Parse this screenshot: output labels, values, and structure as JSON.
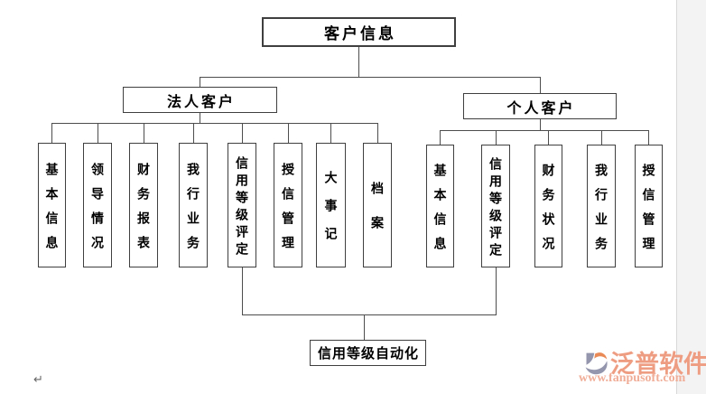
{
  "diagram": {
    "root_label": "客户信息",
    "left_group": {
      "label": "法人客户",
      "children": [
        "基本信息",
        "领导情况",
        "财务报表",
        "我行业务",
        "信用等级评定",
        "授信管理",
        "大事记",
        "档案"
      ]
    },
    "right_group": {
      "label": "个人客户",
      "children": [
        "基本信息",
        "信用等级评定",
        "财务状况",
        "我行业务",
        "授信管理"
      ]
    },
    "bottom_label": "信用等级自动化"
  },
  "editor": {
    "paragraph_mark": "↵"
  },
  "watermark": {
    "brand": "泛普软件",
    "url": "www.fanpusoft.com",
    "brand_color": "#ee9d82",
    "url_color": "#f0ad97",
    "logo_gray": "#9496ae",
    "logo_orange": "#e98a56"
  }
}
